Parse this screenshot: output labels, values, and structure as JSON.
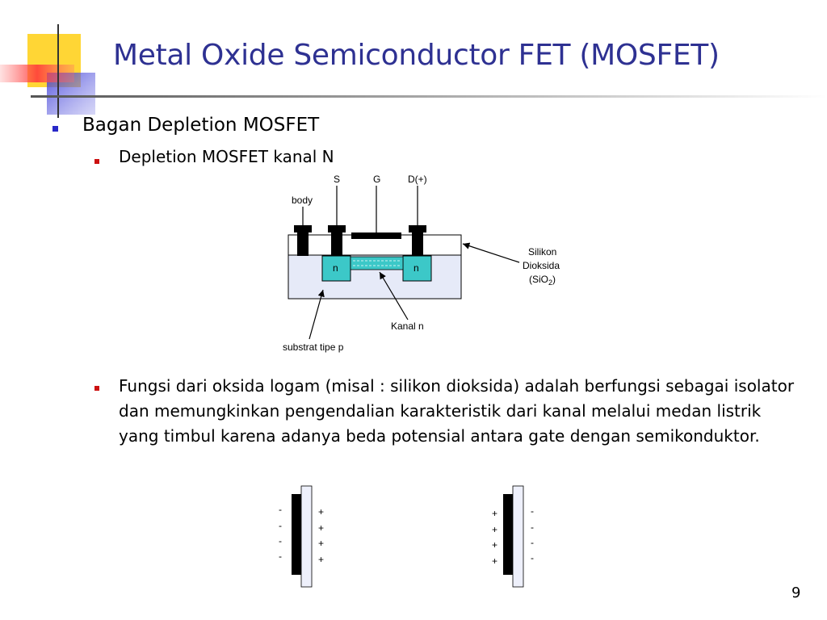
{
  "slide": {
    "title": "Metal Oxide Semiconductor FET (MOSFET)",
    "bullet1": "Bagan Depletion MOSFET",
    "bullet1_sub": "Depletion MOSFET kanal N",
    "bullet2": "Fungsi dari oksida logam (misal : silikon dioksida) adalah berfungsi sebagai isolator dan memungkinkan pengendalian karakteristik dari kanal melalui medan listrik yang timbul karena adanya beda potensial antara gate dengan semikonduktor.",
    "page_number": "9"
  },
  "diagram": {
    "label_s": "S",
    "label_g": "G",
    "label_d": "D(+)",
    "label_body": "body",
    "label_n_left": "n",
    "label_n_right": "n",
    "label_sio2_line1": "Silikon",
    "label_sio2_line2": "Dioksida",
    "label_sio2_line3": "(SiO",
    "label_sio2_sub": "2",
    "label_sio2_close": ")",
    "label_kanal": "Kanal n",
    "label_substrat": "substrat tipe p"
  },
  "capacitors": {
    "left": {
      "minus": "-",
      "plus": "+"
    },
    "right": {
      "plus": "+",
      "minus": "-"
    }
  }
}
